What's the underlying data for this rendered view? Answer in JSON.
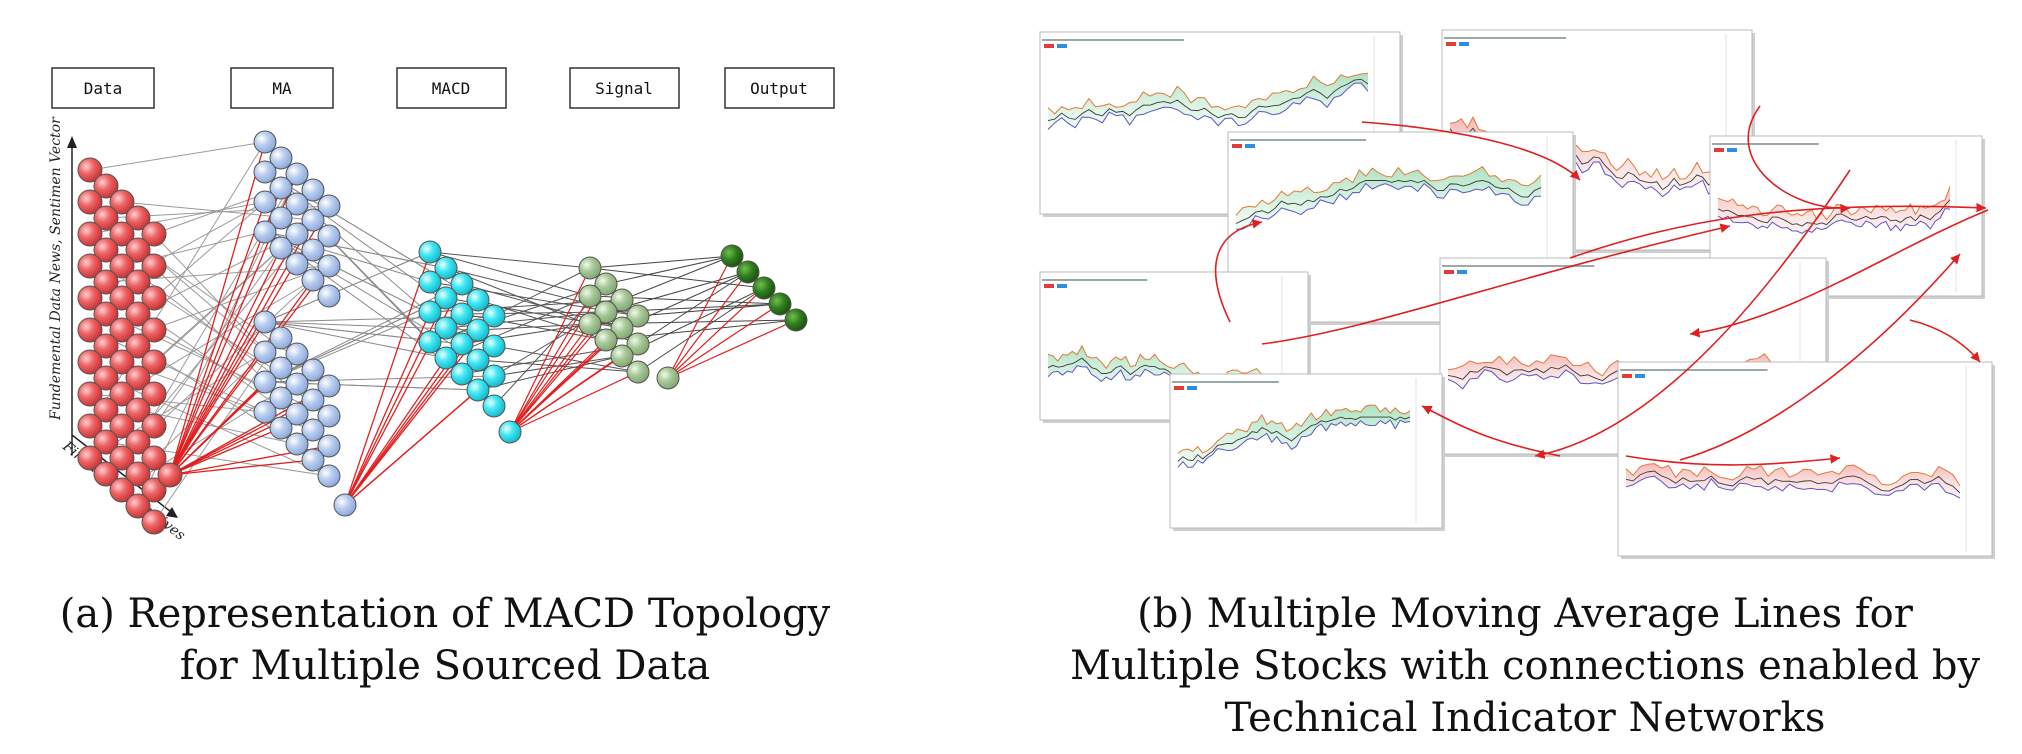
{
  "panel_a": {
    "layers": [
      {
        "label": "Data",
        "color": "#e85a5a"
      },
      {
        "label": "MA",
        "color": "#b3c9ee"
      },
      {
        "label": "MACD",
        "color": "#33e3f0"
      },
      {
        "label": "Signal",
        "color": "#a9c79a"
      },
      {
        "label": "Output",
        "color": "#2f7d1e"
      }
    ],
    "axis_y_label": "Fundemental Data News, Sentimen Vector",
    "axis_x_label": "Financial Derivatives",
    "caption": "(a) Representation of MACD Topology for Multiple Sourced Data"
  },
  "panel_b": {
    "caption": "(b) Multiple Moving Average Lines for Multiple Stocks with connections enabled by Technical Indicator Networks"
  },
  "colors": {
    "connection_red": "#e02020",
    "connection_gray": "#888888"
  }
}
